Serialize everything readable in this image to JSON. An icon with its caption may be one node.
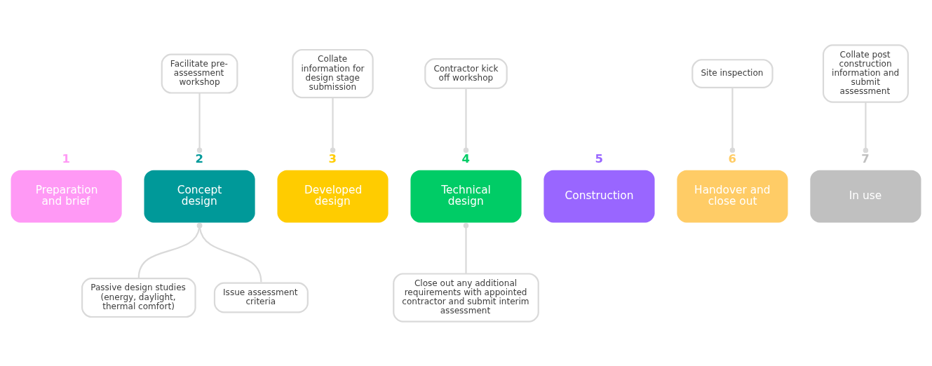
{
  "diagram": {
    "nodes": [
      {
        "text": [
          "Facilitate pre-assessment workshop"
        ]
      },
      {
        "text": [
          "Collate information for design stage submission"
        ]
      },
      {
        "text": [
          "Contractor kick off workshop"
        ]
      },
      {
        "text": [
          "Site inspection"
        ]
      },
      {
        "text": [
          "Collate post construction information and submit assessment"
        ]
      },
      {
        "text": [
          "1",
          "Preparation and brief"
        ]
      },
      {
        "text": [
          "2",
          "Concept design"
        ]
      },
      {
        "text": [
          "3",
          "Developed design"
        ]
      },
      {
        "text": [
          "4",
          "Technical design"
        ]
      },
      {
        "text": [
          "5",
          "Construction"
        ]
      },
      {
        "text": [
          "6",
          "Handover and close out"
        ]
      },
      {
        "text": [
          "7",
          "In use"
        ]
      },
      {
        "text": [
          "Passive design studies (energy, daylight, thermal comfort)"
        ]
      },
      {
        "text": [
          "Issue assessment criteria"
        ]
      },
      {
        "text": [
          "Close out any additional requirements with appointed contractor and submit interim assessment"
        ]
      }
    ],
    "edges": [
      {
        "from": 0,
        "to": 6,
        "arrow": "other"
      },
      {
        "from": 1,
        "to": 7,
        "arrow": "other"
      },
      {
        "from": 2,
        "to": 8,
        "arrow": "other"
      },
      {
        "from": 3,
        "to": 10,
        "arrow": "other"
      },
      {
        "from": 4,
        "to": 11,
        "arrow": "other"
      },
      {
        "from": 12,
        "to": 6,
        "arrow": "other"
      },
      {
        "from": 13,
        "to": 6,
        "arrow": "other"
      },
      {
        "from": 14,
        "to": 8,
        "arrow": "other"
      }
    ]
  }
}
